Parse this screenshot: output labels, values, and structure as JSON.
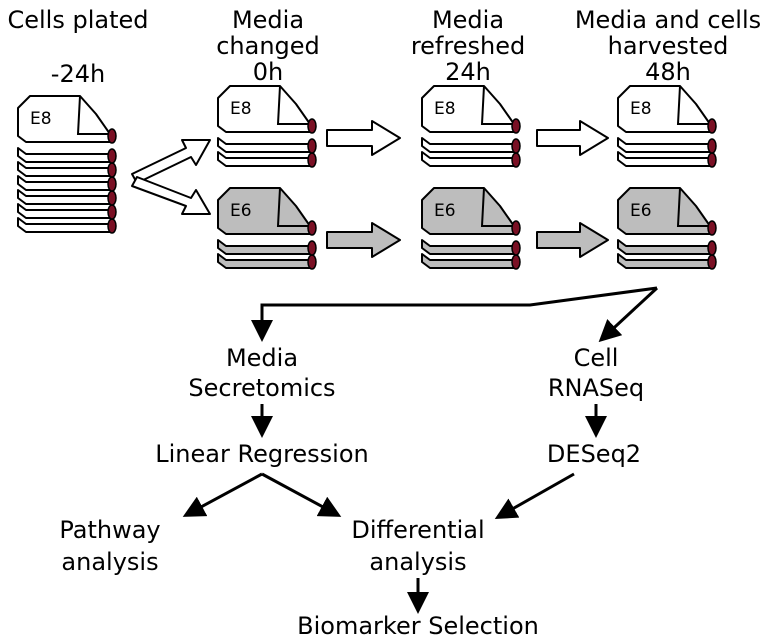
{
  "timeline": {
    "col0": {
      "lines": [
        "Cells plated"
      ],
      "time": "-24h"
    },
    "col1": {
      "lines": [
        "Media",
        "changed"
      ],
      "time": "0h"
    },
    "col2": {
      "lines": [
        "Media",
        "refreshed"
      ],
      "time": "24h"
    },
    "col3": {
      "lines": [
        "Media and cells",
        "harvested"
      ],
      "time": "48h"
    }
  },
  "flask_labels": {
    "e8": "E8",
    "e6": "E6"
  },
  "colors": {
    "e8_fill": "#ffffff",
    "e6_fill": "#bdbdbd",
    "cap": "#7a1024",
    "stroke": "#000000"
  },
  "nodes": {
    "media_secretomics": [
      "Media",
      "Secretomics"
    ],
    "cell_rnaseq": [
      "Cell",
      "RNASeq"
    ],
    "linear_regression": "Linear Regression",
    "deseq2": "DESeq2",
    "pathway": [
      "Pathway",
      "analysis"
    ],
    "differential": [
      "Differential",
      "analysis"
    ],
    "biomarker": "Biomarker Selection"
  }
}
